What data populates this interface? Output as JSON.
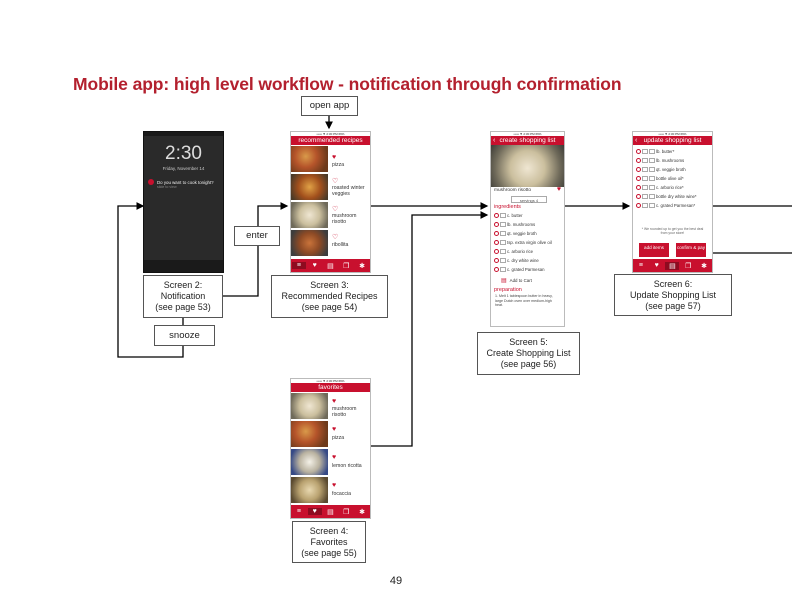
{
  "title": "Mobile app: high level workflow - notification through confirmation",
  "page_number": "49",
  "labels": {
    "open_app": "open app",
    "enter": "enter",
    "snooze": "snooze"
  },
  "screens": {
    "s2": {
      "line1": "Screen 2:",
      "line2": "Notification",
      "line3": "(see page 53)"
    },
    "s3": {
      "line1": "Screen 3:",
      "line2": "Recommended Recipes",
      "line3": "(see page 54)"
    },
    "s4": {
      "line1": "Screen 4:",
      "line2": "Favorites",
      "line3": "(see page 55)"
    },
    "s5": {
      "line1": "Screen 5:",
      "line2": "Create Shopping List",
      "line3": "(see page 56)"
    },
    "s6": {
      "line1": "Screen 6:",
      "line2": "Update Shopping List",
      "line3": "(see page 57)"
    }
  },
  "phones": {
    "notification": {
      "time": "2:30",
      "date": "Friday, November 14",
      "message": "Do you want to cook tonight?",
      "sub": "slide to view"
    },
    "recommended": {
      "header": "recommended recipes",
      "recipes": [
        "pizza",
        "roasted winter veggies",
        "mushroom risotto",
        "ribollita"
      ]
    },
    "favorites": {
      "header": "favorites",
      "recipes": [
        "mushroom risotto",
        "pizza",
        "lemon ricotta",
        "focaccia"
      ]
    },
    "create_list": {
      "header": "create shopping list",
      "recipe": "mushroom risotto",
      "servings": "servings",
      "ingredients_title": "ingredients",
      "ingredients": [
        "c. butter",
        "lb. mushrooms",
        "qt. veggie broth",
        "tsp. extra virgin olive oil",
        "c. arborio rice",
        "c. dry white wine",
        "c. grated Parmesan"
      ],
      "add_to_cart": "Add to Cart",
      "preparation_title": "preparation",
      "preparation_text": "1. Melt 1 tablespoon butter in heavy, large Dutch oven over medium-high heat."
    },
    "update_list": {
      "header": "update shopping list",
      "items": [
        "lb. butter*",
        "lb. mushrooms",
        "qt. veggie broth",
        "bottle olive oil*",
        "c. arborio rice*",
        "bottle dry white wine*",
        "c. grated Parmesan*"
      ],
      "note": "* We rounded up to get you the best deal from your store!",
      "btn_add": "add items",
      "btn_confirm": "confirm & pay"
    }
  },
  "colors": {
    "brand": "#c8102e",
    "title": "#b3202e"
  }
}
